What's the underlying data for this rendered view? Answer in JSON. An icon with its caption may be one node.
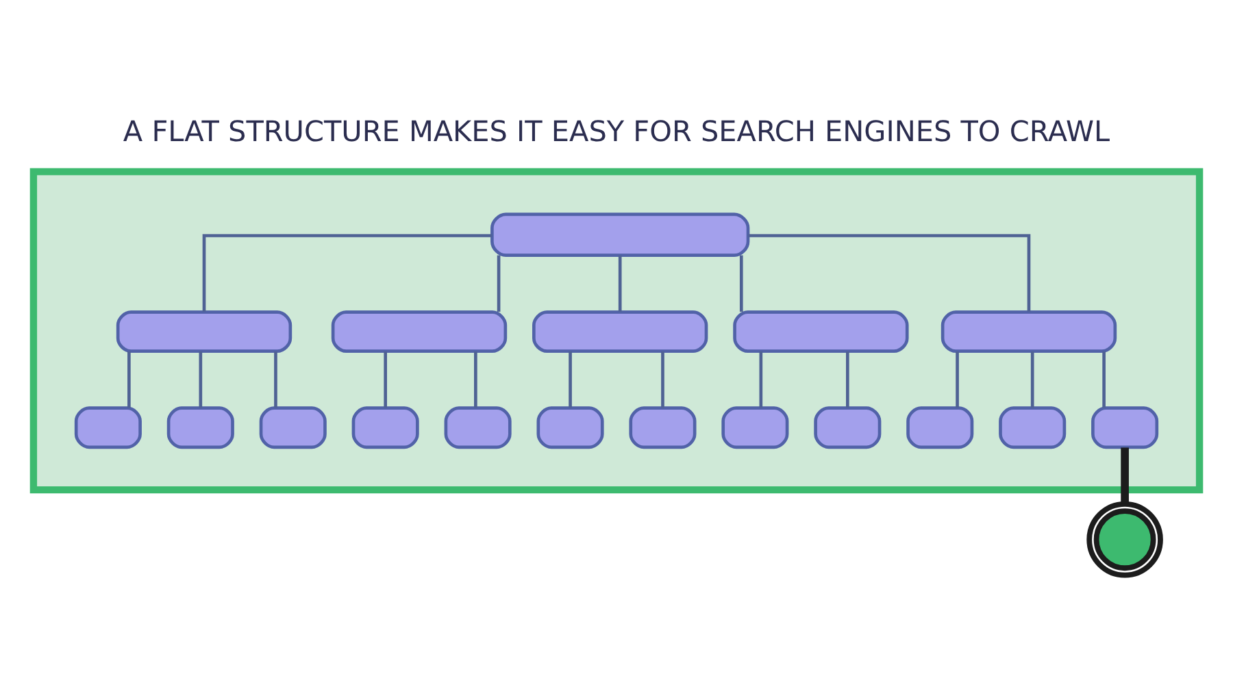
{
  "diagram": {
    "title": "A FLAT STRUCTURE MAKES IT EASY FOR SEARCH ENGINES TO CRAWL",
    "nodes": [
      {
        "text": [],
        "shape": "box"
      },
      {
        "text": [],
        "shape": "box",
        "in": 0
      },
      {
        "text": [],
        "shape": "box",
        "in": 0
      },
      {
        "text": [],
        "shape": "box",
        "in": 0
      },
      {
        "text": [],
        "shape": "box",
        "in": 0
      },
      {
        "text": [],
        "shape": "box",
        "in": 0
      },
      {
        "text": [],
        "shape": "box",
        "in": 0
      },
      {
        "text": [],
        "shape": "box",
        "in": 0
      },
      {
        "text": [],
        "shape": "box",
        "in": 0
      },
      {
        "text": [],
        "shape": "box",
        "in": 0
      },
      {
        "text": [],
        "shape": "box",
        "in": 0
      },
      {
        "text": [],
        "shape": "box",
        "in": 0
      },
      {
        "text": [],
        "shape": "box",
        "in": 0
      },
      {
        "text": [],
        "shape": "box",
        "in": 0
      },
      {
        "text": [],
        "shape": "box",
        "in": 0
      },
      {
        "text": [],
        "shape": "box",
        "in": 0
      },
      {
        "text": [],
        "shape": "box",
        "in": 0
      },
      {
        "text": [],
        "shape": "box",
        "in": 0
      },
      {
        "text": [],
        "shape": "box",
        "in": 0
      },
      {
        "text": [],
        "shape": "picture"
      }
    ],
    "edges": [
      {
        "from": 1,
        "to": 2,
        "arrow": "none"
      },
      {
        "from": 1,
        "to": 3,
        "arrow": "none"
      },
      {
        "from": 1,
        "to": 4,
        "arrow": "none"
      },
      {
        "from": 1,
        "to": 5,
        "arrow": "none"
      },
      {
        "from": 1,
        "to": 6,
        "arrow": "none"
      },
      {
        "from": 2,
        "to": 7,
        "arrow": "none"
      },
      {
        "from": 2,
        "to": 8,
        "arrow": "none"
      },
      {
        "from": 2,
        "to": 9,
        "arrow": "none"
      },
      {
        "from": 3,
        "to": 10,
        "arrow": "none"
      },
      {
        "from": 3,
        "to": 11,
        "arrow": "none"
      },
      {
        "from": 4,
        "to": 12,
        "arrow": "none"
      },
      {
        "from": 4,
        "to": 13,
        "arrow": "none"
      },
      {
        "from": 5,
        "to": 14,
        "arrow": "none"
      },
      {
        "from": 5,
        "to": 15,
        "arrow": "none"
      },
      {
        "from": 6,
        "to": 16,
        "arrow": "none"
      },
      {
        "from": 6,
        "to": 17,
        "arrow": "none"
      },
      {
        "from": 6,
        "to": 18,
        "arrow": "none"
      },
      {
        "from": 18,
        "to": 19,
        "arrow": "none",
        "style": "thick",
        "color": "#1c1c1c"
      }
    ]
  }
}
